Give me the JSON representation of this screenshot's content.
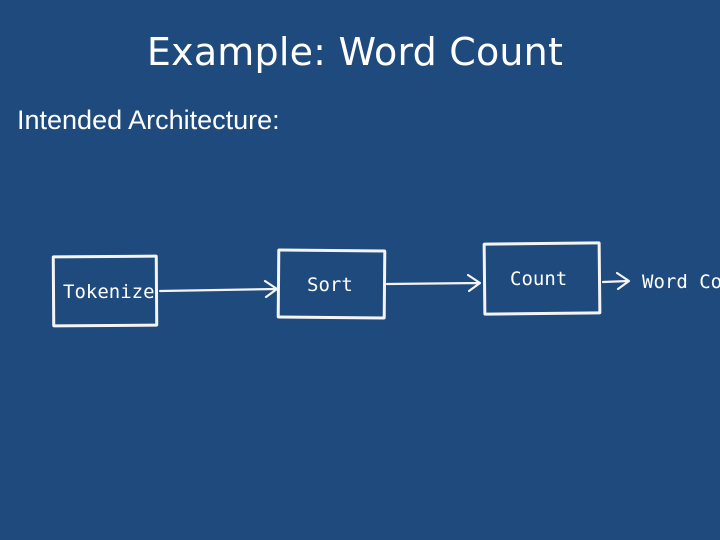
{
  "slide": {
    "title": "Example: Word Count",
    "subtitle": "Intended Architecture:"
  },
  "diagram": {
    "nodes": [
      {
        "id": "tokenize",
        "label": "Tokenize"
      },
      {
        "id": "sort",
        "label": "Sort"
      },
      {
        "id": "count",
        "label": "Count"
      }
    ],
    "output_label": "Word Co",
    "edges": [
      {
        "from": "tokenize",
        "to": "sort"
      },
      {
        "from": "sort",
        "to": "count"
      },
      {
        "from": "count",
        "to": "output"
      }
    ],
    "colors": {
      "background": "#1f4a7e",
      "stroke": "#f4f4f4",
      "text": "#ffffff"
    }
  }
}
